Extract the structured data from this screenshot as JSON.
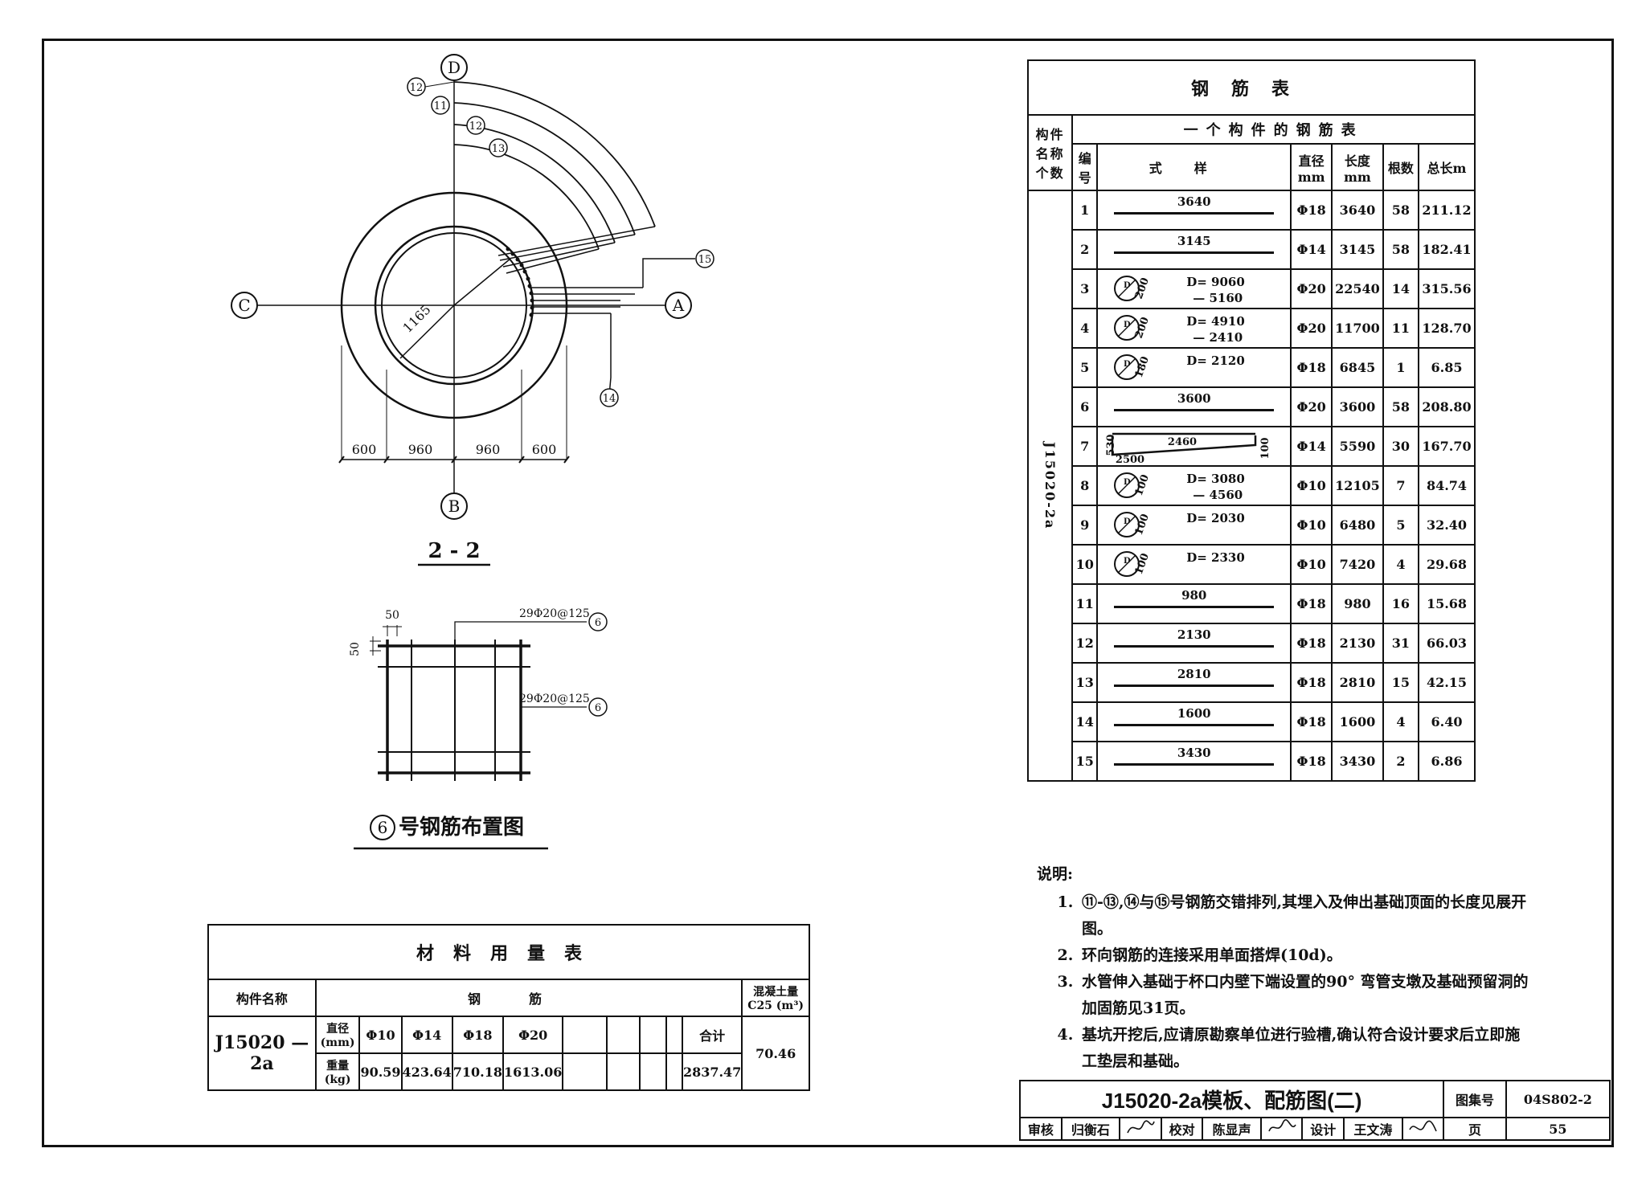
{
  "section_view": {
    "axes": {
      "top": "D",
      "bottom": "B",
      "left": "C",
      "right": "A"
    },
    "radius_label": "1165",
    "callouts": [
      "12",
      "11",
      "12",
      "13",
      "15",
      "14"
    ],
    "dims": [
      "600",
      "960",
      "960",
      "600"
    ],
    "caption": "2 - 2"
  },
  "bar6_plan": {
    "dim_top": "50",
    "dim_side": "50",
    "callout_1": "29Φ20@125",
    "callout_2": "29Φ20@125",
    "callout_num": "6",
    "caption_num": "6",
    "caption_text": "号钢筋布置图"
  },
  "rebar_table": {
    "title": "钢筋表",
    "header": {
      "component": "构件名称个数",
      "subtitle": "一个构件的钢筋表",
      "no": "编号",
      "shape": "式样",
      "diameter": "直径mm",
      "length": "长度mm",
      "count": "根数",
      "total": "总长m"
    },
    "group": "J15020-2a",
    "rows": [
      {
        "no": "1",
        "label": "3640",
        "dia": "Φ18",
        "len": "3640",
        "cnt": "58",
        "total": "211.12"
      },
      {
        "no": "2",
        "label": "3145",
        "dia": "Φ14",
        "len": "3145",
        "cnt": "58",
        "total": "182.41"
      },
      {
        "no": "3",
        "ring": "200",
        "d1": "D= 9060",
        "d2": "— 5160",
        "dia": "Φ20",
        "len": "22540",
        "cnt": "14",
        "total": "315.56"
      },
      {
        "no": "4",
        "ring": "200",
        "d1": "D= 4910",
        "d2": "— 2410",
        "dia": "Φ20",
        "len": "11700",
        "cnt": "11",
        "total": "128.70"
      },
      {
        "no": "5",
        "ring": "180",
        "d1": "D= 2120",
        "dia": "Φ18",
        "len": "6845",
        "cnt": "1",
        "total": "6.85"
      },
      {
        "no": "6",
        "label": "3600",
        "dia": "Φ20",
        "len": "3600",
        "cnt": "58",
        "total": "208.80"
      },
      {
        "no": "7",
        "label": "2460",
        "left": "530",
        "bottom": "2500",
        "right": "100",
        "dia": "Φ14",
        "len": "5590",
        "cnt": "30",
        "total": "167.70"
      },
      {
        "no": "8",
        "ring": "100",
        "d1": "D= 3080",
        "d2": "— 4560",
        "dia": "Φ10",
        "len": "12105",
        "cnt": "7",
        "total": "84.74"
      },
      {
        "no": "9",
        "ring": "100",
        "d1": "D= 2030",
        "dia": "Φ10",
        "len": "6480",
        "cnt": "5",
        "total": "32.40"
      },
      {
        "no": "10",
        "ring": "100",
        "d1": "D= 2330",
        "dia": "Φ10",
        "len": "7420",
        "cnt": "4",
        "total": "29.68"
      },
      {
        "no": "11",
        "label": "980",
        "dia": "Φ18",
        "len": "980",
        "cnt": "16",
        "total": "15.68"
      },
      {
        "no": "12",
        "label": "2130",
        "dia": "Φ18",
        "len": "2130",
        "cnt": "31",
        "total": "66.03"
      },
      {
        "no": "13",
        "label": "2810",
        "dia": "Φ18",
        "len": "2810",
        "cnt": "15",
        "total": "42.15"
      },
      {
        "no": "14",
        "label": "1600",
        "dia": "Φ18",
        "len": "1600",
        "cnt": "4",
        "total": "6.40"
      },
      {
        "no": "15",
        "label": "3430",
        "dia": "Φ18",
        "len": "3430",
        "cnt": "2",
        "total": "6.86"
      }
    ]
  },
  "notes": {
    "title": "说明:",
    "items": [
      "⑪-⑬,⑭与⑮号钢筋交错排列,其埋入及伸出基础顶面的长度见展开图。",
      "环向钢筋的连接采用单面搭焊(10d)。",
      "水管伸入基础于杯口内壁下端设置的90° 弯管支墩及基础预留洞的加固筋见31页。",
      "基坑开挖后,应请原勘察单位进行验槽,确认符合设计要求后立即施工垫层和基础。"
    ]
  },
  "material_table": {
    "title": "材料用量表",
    "component_header": "构件名称",
    "steel_header": "钢筋",
    "concrete_header": "混凝土量C25 (m³)",
    "component": "J15020 — 2a",
    "dia_label": "直径(mm)",
    "weight_label": "重量(kg)",
    "diameters": [
      "Φ10",
      "Φ14",
      "Φ18",
      "Φ20"
    ],
    "weights": [
      "90.59",
      "423.64",
      "710.18",
      "1613.06"
    ],
    "total_label": "合计",
    "total_weight": "2837.47",
    "concrete": "70.46"
  },
  "title_block": {
    "title": "J15020-2a模板、配筋图(二)",
    "atlas_label": "图集号",
    "atlas_no": "04S802-2",
    "review_label": "审核",
    "reviewer": "归衡石",
    "check_label": "校对",
    "checker": "陈显声",
    "design_label": "设计",
    "designer": "王文涛",
    "page_label": "页",
    "page_no": "55"
  }
}
